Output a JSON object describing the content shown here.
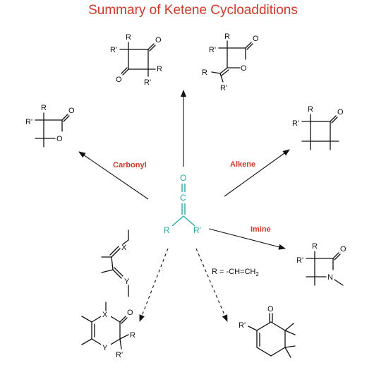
{
  "title": "Summary of Ketene Cycloadditions",
  "reactions": {
    "carbonyl": "Carbonyl",
    "alkene": "Alkene",
    "imine": "Imine"
  },
  "note": "R = -CH=CH",
  "note_sub": "2",
  "atoms": {
    "R": "R",
    "Rp": "R'",
    "O": "O",
    "C": "C",
    "N": "N",
    "X": "X",
    "Y": "Y"
  },
  "colors": {
    "title": "#d03a2a",
    "reaction_label": "#d03a2a",
    "ketene": "#2ba9a3"
  }
}
